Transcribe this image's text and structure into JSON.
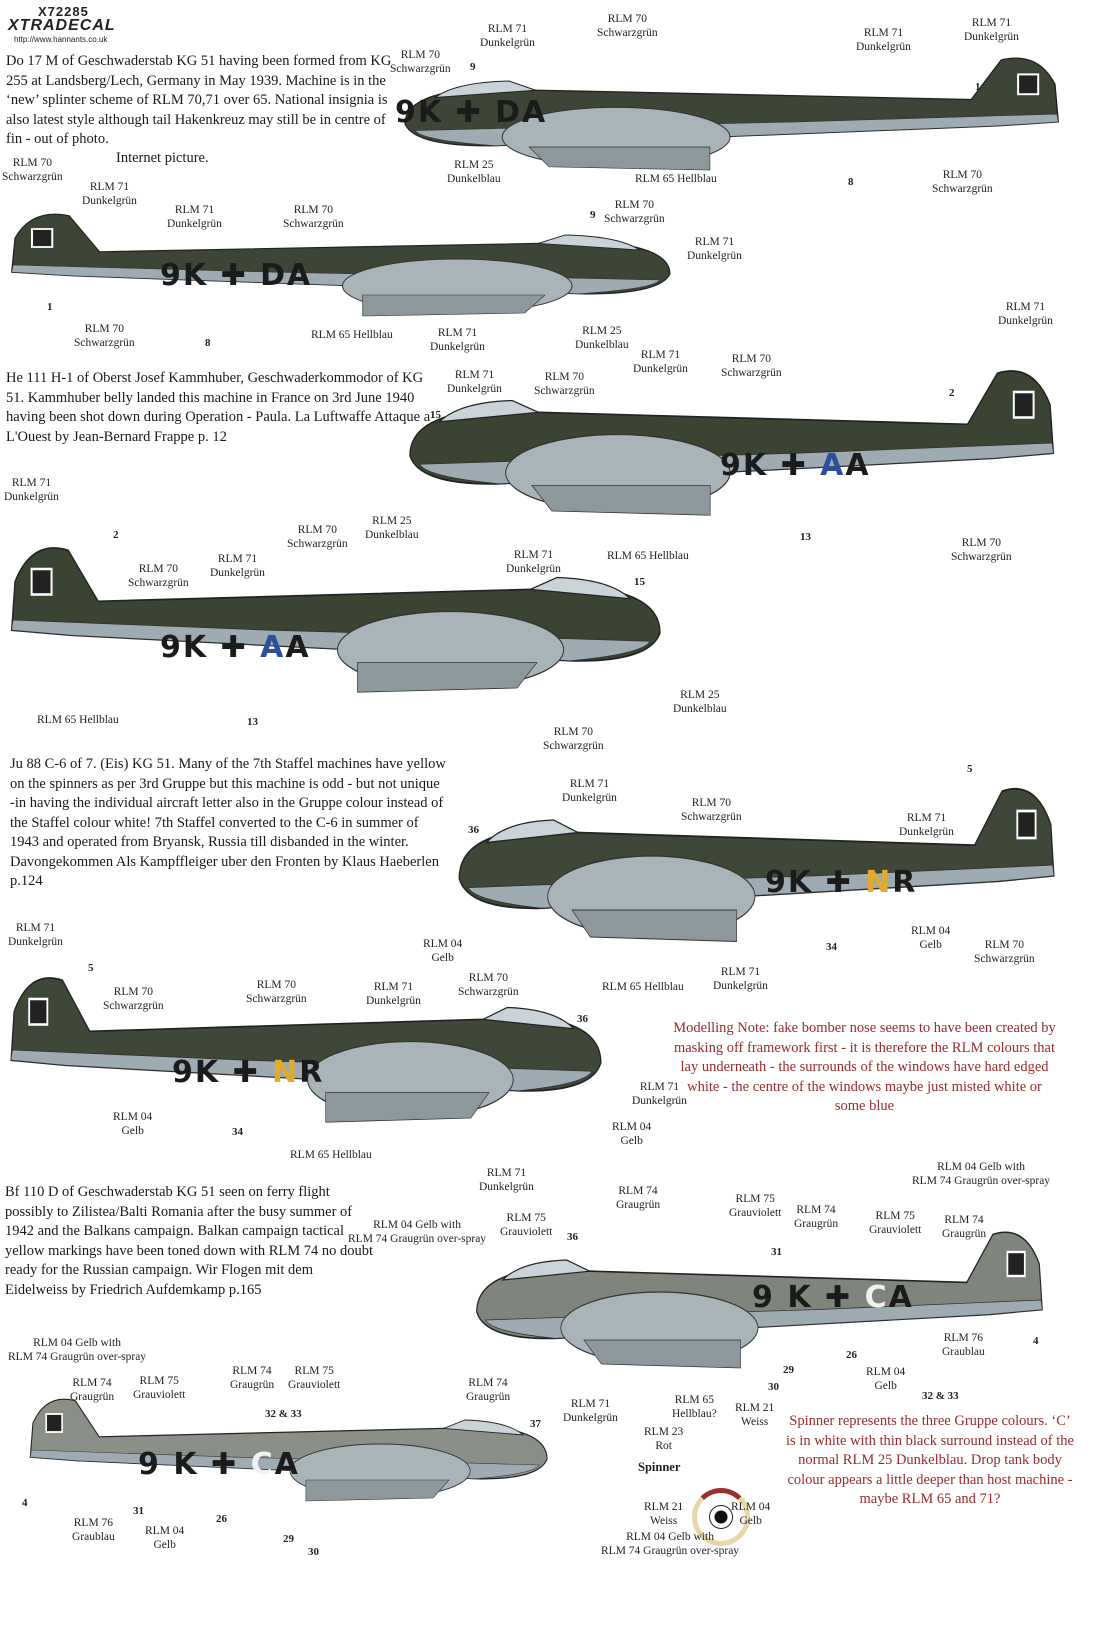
{
  "header": {
    "code": "X72285",
    "brand": "XTRADECAL",
    "url": "http://www.hannants.co.uk"
  },
  "descriptions": [
    "Do 17 M of  Geschwaderstab KG 51 having been formed from KG 255 at Landsberg/Lech, Germany in May 1939. Machine is in the ‘new’ splinter scheme of RLM 70,71 over 65. National insignia is also latest style although tail Hakenkreuz may still be in centre of fin - out of photo.",
    "Internet picture.",
    "He 111 H-1 of Oberst Josef Kammhuber, Geschwaderkommodor of KG 51. Kammhuber belly landed this machine in France on 3rd June 1940 having been shot down during Operation - Paula. La Luftwaffe Attaque a L'Ouest by  Jean-Bernard Frappe p. 12",
    "Ju 88 C-6 of 7. (Eis) KG 51. Many of the 7th Staffel machines have yellow on the spinners as per 3rd Gruppe but this machine is odd - but not unique -in having the individual aircraft letter also in the Gruppe colour instead of the Staffel colour white! 7th Staffel converted to the C-6 in summer of 1943 and operated from Bryansk, Russia till disbanded in the winter. Davongekommen Als Kampffleiger uber den Fronten by Klaus Haeberlen  p.124",
    "Bf 110 D of Geschwaderstab KG 51 seen on ferry flight possibly to Zilistea/Balti Romania after the busy summer of 1942 and the Balkans campaign. Balkan campaign tactical yellow markings have been toned down with RLM 74 no doubt ready for the Russian campaign. Wir Flogen mit dem Eidelweiss by Friedrich Aufdemkamp  p.165"
  ],
  "notes": [
    "Modelling Note: fake bomber nose seems to have been created by masking off framework first - it is therefore the RLM colours that lay underneath - the surrounds of the windows have hard edged white - the centre of the windows maybe just misted white or some blue",
    "Spinner represents the three Gruppe colours. ‘C’ is in white with thin black surround instead of the normal RLM 25 Dunkelblau. Drop tank body colour appears a little deeper than host machine - maybe RLM 65 and 71?"
  ],
  "markings": [
    {
      "a": "9K",
      "b": "DA"
    },
    {
      "a": "9K",
      "b": "DA"
    },
    {
      "a": "9K",
      "c": "A",
      "b": "A"
    },
    {
      "a": "9K",
      "c": "A",
      "b": "A"
    },
    {
      "a": "9K",
      "c": "N",
      "b": "R"
    },
    {
      "a": "9K",
      "c": "N",
      "b": "R"
    },
    {
      "a": "9 K",
      "c": "C",
      "b": "A"
    },
    {
      "a": "9 K",
      "c": "C",
      "b": "A"
    }
  ],
  "colors": {
    "schwarzgruen": "#3a4234",
    "dunkelgruen": "#4a5540",
    "hellblau": "#9eabb2",
    "dunkelblau": "#2a4f9e",
    "gelb": "#e3ab2a",
    "graugruen": "#7d8478",
    "note_red": "#9b2b2b"
  },
  "callouts": [
    {
      "t": "RLM 71",
      "s": "Dunkelgrün"
    },
    {
      "t": "RLM 70",
      "s": "Schwarzgrün"
    },
    {
      "t": "RLM 70",
      "s": "Schwarzgrün"
    },
    {
      "t": "RLM 71",
      "s": "Dunkelgrün"
    },
    {
      "t": "RLM 71",
      "s": "Dunkelgrün"
    },
    {
      "t": "9"
    },
    {
      "t": "1"
    },
    {
      "t": "RLM 25",
      "s": "Dunkelblau"
    },
    {
      "t": "RLM 65 Hellblau"
    },
    {
      "t": "8"
    },
    {
      "t": "RLM 70",
      "s": "Schwarzgrün"
    },
    {
      "t": "RLM 70",
      "s": "Schwarzgrün"
    },
    {
      "t": "RLM 71",
      "s": "Dunkelgrün"
    },
    {
      "t": "RLM 71",
      "s": "Dunkelgrün"
    },
    {
      "t": "RLM 70",
      "s": "Schwarzgrün"
    },
    {
      "t": "9"
    },
    {
      "t": "RLM 70",
      "s": "Schwarzgrün"
    },
    {
      "t": "RLM 71",
      "s": "Dunkelgrün"
    },
    {
      "t": "1"
    },
    {
      "t": "RLM 70",
      "s": "Schwarzgrün"
    },
    {
      "t": "8"
    },
    {
      "t": "RLM 65 Hellblau"
    },
    {
      "t": "RLM 71",
      "s": "Dunkelgrün"
    },
    {
      "t": "RLM 25",
      "s": "Dunkelblau"
    },
    {
      "t": "RLM 71",
      "s": "Dunkelgrün"
    },
    {
      "t": "RLM 71",
      "s": "Dunkelgrün"
    },
    {
      "t": "RLM 70",
      "s": "Schwarzgrün"
    },
    {
      "t": "RLM 71",
      "s": "Dunkelgrün"
    },
    {
      "t": "RLM 70",
      "s": "Schwarzgrün"
    },
    {
      "t": "15"
    },
    {
      "t": "2"
    },
    {
      "t": "RLM 25",
      "s": "Dunkelblau"
    },
    {
      "t": "13"
    },
    {
      "t": "RLM 65 Hellblau"
    },
    {
      "t": "RLM 70",
      "s": "Schwarzgrün"
    },
    {
      "t": "RLM 71",
      "s": "Dunkelgrün"
    },
    {
      "t": "2"
    },
    {
      "t": "RLM 70",
      "s": "Schwarzgrün"
    },
    {
      "t": "RLM 71",
      "s": "Dunkelgrün"
    },
    {
      "t": "RLM 70",
      "s": "Schwarzgrün"
    },
    {
      "t": "RLM 71",
      "s": "Dunkelgrün"
    },
    {
      "t": "15"
    },
    {
      "t": "RLM 25",
      "s": "Dunkelblau"
    },
    {
      "t": "RLM 70",
      "s": "Schwarzgrün"
    },
    {
      "t": "13"
    },
    {
      "t": "RLM 65 Hellblau"
    },
    {
      "t": "5"
    },
    {
      "t": "RLM 71",
      "s": "Dunkelgrün"
    },
    {
      "t": "RLM 70",
      "s": "Schwarzgrün"
    },
    {
      "t": "RLM 71",
      "s": "Dunkelgrün"
    },
    {
      "t": "36"
    },
    {
      "t": "RLM 04",
      "s": "Gelb"
    },
    {
      "t": "RLM 70",
      "s": "Schwarzgrün"
    },
    {
      "t": "34"
    },
    {
      "t": "RLM 71",
      "s": "Dunkelgrün"
    },
    {
      "t": "RLM 65 Hellblau"
    },
    {
      "t": "RLM 04",
      "s": "Gelb"
    },
    {
      "t": "RLM 71",
      "s": "Dunkelgrün"
    },
    {
      "t": "5"
    },
    {
      "t": "RLM 70",
      "s": "Schwarzgrün"
    },
    {
      "t": "RLM 70",
      "s": "Schwarzgrün"
    },
    {
      "t": "RLM 71",
      "s": "Dunkelgrün"
    },
    {
      "t": "RLM 70",
      "s": "Schwarzgrün"
    },
    {
      "t": "36"
    },
    {
      "t": "RLM 71",
      "s": "Dunkelgrün"
    },
    {
      "t": "RLM 04",
      "s": "Gelb"
    },
    {
      "t": "RLM 04",
      "s": "Gelb"
    },
    {
      "t": "34"
    },
    {
      "t": "RLM 65 Hellblau"
    },
    {
      "t": "RLM 71",
      "s": "Dunkelgrün"
    },
    {
      "t": "RLM 04 Gelb with",
      "s": "RLM 74 Graugrün over-spray"
    },
    {
      "t": "RLM 74",
      "s": "Graugrün"
    },
    {
      "t": "RLM 75",
      "s": "Grauviolett"
    },
    {
      "t": "RLM 74",
      "s": "Graugrün"
    },
    {
      "t": "RLM 75",
      "s": "Grauviolett"
    },
    {
      "t": "RLM 74",
      "s": "Graugrün"
    },
    {
      "t": "RLM 04 Gelb with",
      "s": "RLM 74 Graugrün over-spray"
    },
    {
      "t": "RLM 75",
      "s": "Grauviolett"
    },
    {
      "t": "36"
    },
    {
      "t": "31"
    },
    {
      "t": "26"
    },
    {
      "t": "RLM 76",
      "s": "Graublau"
    },
    {
      "t": "4"
    },
    {
      "t": "RLM 04",
      "s": "Gelb"
    },
    {
      "t": "32 & 33"
    },
    {
      "t": "29"
    },
    {
      "t": "30"
    },
    {
      "t": "RLM 21",
      "s": "Weiss"
    },
    {
      "t": "RLM 04 Gelb with",
      "s": "RLM 74 Graugrün over-spray"
    },
    {
      "t": "RLM 74",
      "s": "Graugrün"
    },
    {
      "t": "RLM 75",
      "s": "Grauviolett"
    },
    {
      "t": "RLM 74",
      "s": "Graugrün"
    },
    {
      "t": "RLM 75",
      "s": "Grauviolett"
    },
    {
      "t": "32 & 33"
    },
    {
      "t": "RLM 74",
      "s": "Graugrün"
    },
    {
      "t": "37"
    },
    {
      "t": "RLM 71",
      "s": "Dunkelgrün"
    },
    {
      "t": "RLM 65",
      "s": "Hellblau?"
    },
    {
      "t": "RLM 23",
      "s": "Rot"
    },
    {
      "t": "Spinner"
    },
    {
      "t": "RLM 21",
      "s": "Weiss"
    },
    {
      "t": "RLM 04",
      "s": "Gelb"
    },
    {
      "t": "RLM 04 Gelb with",
      "s": "RLM 74 Graugrün over-spray"
    },
    {
      "t": "4"
    },
    {
      "t": "31"
    },
    {
      "t": "26"
    },
    {
      "t": "RLM 76",
      "s": "Graublau"
    },
    {
      "t": "RLM 04",
      "s": "Gelb"
    },
    {
      "t": "29"
    },
    {
      "t": "30"
    }
  ]
}
